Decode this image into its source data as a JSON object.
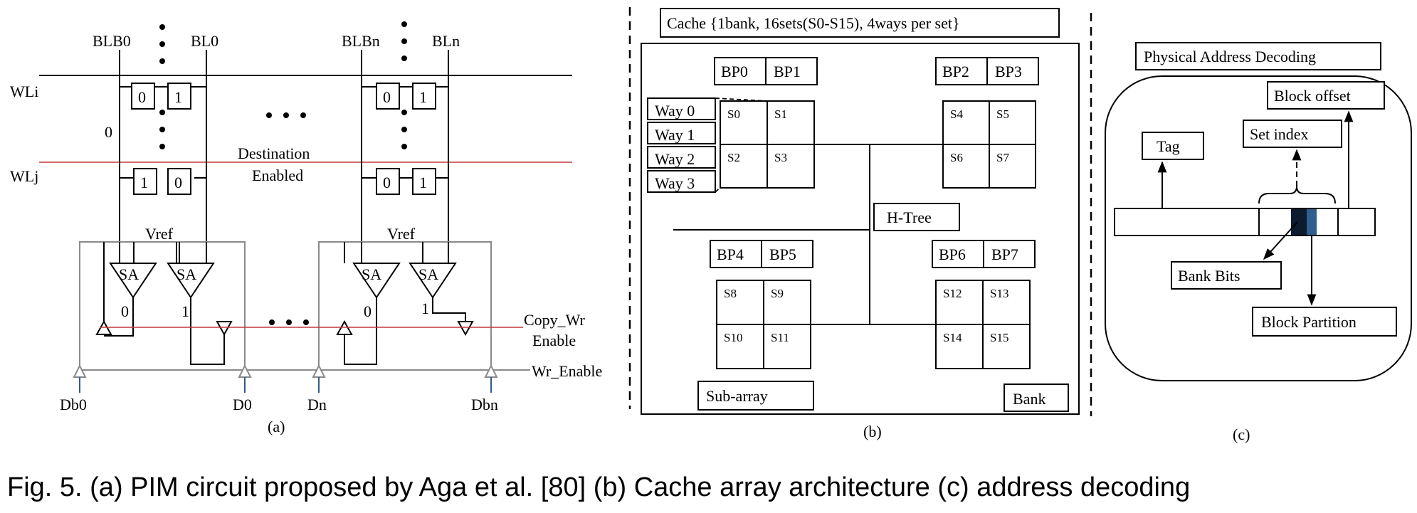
{
  "caption": "Fig. 5.  (a) PIM circuit proposed by Aga et al. [80] (b) Cache array architecture (c) address decoding",
  "panel_a": {
    "label": "(a)",
    "bitlines": [
      "BLB0",
      "BL0",
      "BLBn",
      "BLn"
    ],
    "wordlines": [
      "WLi",
      "WLj"
    ],
    "cells_row_i_left": [
      "0",
      "1"
    ],
    "cells_row_j_left": [
      "1",
      "0"
    ],
    "cells_row_i_right": [
      "0",
      "1"
    ],
    "cells_row_j_right": [
      "0",
      "1"
    ],
    "zero_label": "0",
    "destination_line1": "Destination",
    "destination_line2": "Enabled",
    "vref": "Vref",
    "sense_amp": "SA",
    "sa_out_0": "0",
    "sa_out_1": "1",
    "copy_wr_line1": "Copy_Wr",
    "copy_wr_line2": "Enable",
    "wr_enable": "Wr_Enable",
    "data_lines": [
      "Db0",
      "D0",
      "Dn",
      "Dbn"
    ]
  },
  "panel_b": {
    "label": "(b)",
    "title": "Cache {1bank, 16sets(S0-S15), 4ways per set}",
    "block_partitions": [
      "BP0",
      "BP1",
      "BP2",
      "BP3",
      "BP4",
      "BP5",
      "BP6",
      "BP7"
    ],
    "ways": [
      "Way 0",
      "Way 1",
      "Way 2",
      "Way 3"
    ],
    "sets": [
      "S0",
      "S1",
      "S2",
      "S3",
      "S4",
      "S5",
      "S6",
      "S7",
      "S8",
      "S9",
      "S10",
      "S11",
      "S12",
      "S13",
      "S14",
      "S15"
    ],
    "htree": "H-Tree",
    "subarray": "Sub-array",
    "bank": "Bank"
  },
  "panel_c": {
    "label": "(c)",
    "title": "Physical Address Decoding",
    "block_offset": "Block offset",
    "set_index": "Set index",
    "tag": "Tag",
    "bank_bits": "Bank Bits",
    "block_partition": "Block Partition"
  }
}
